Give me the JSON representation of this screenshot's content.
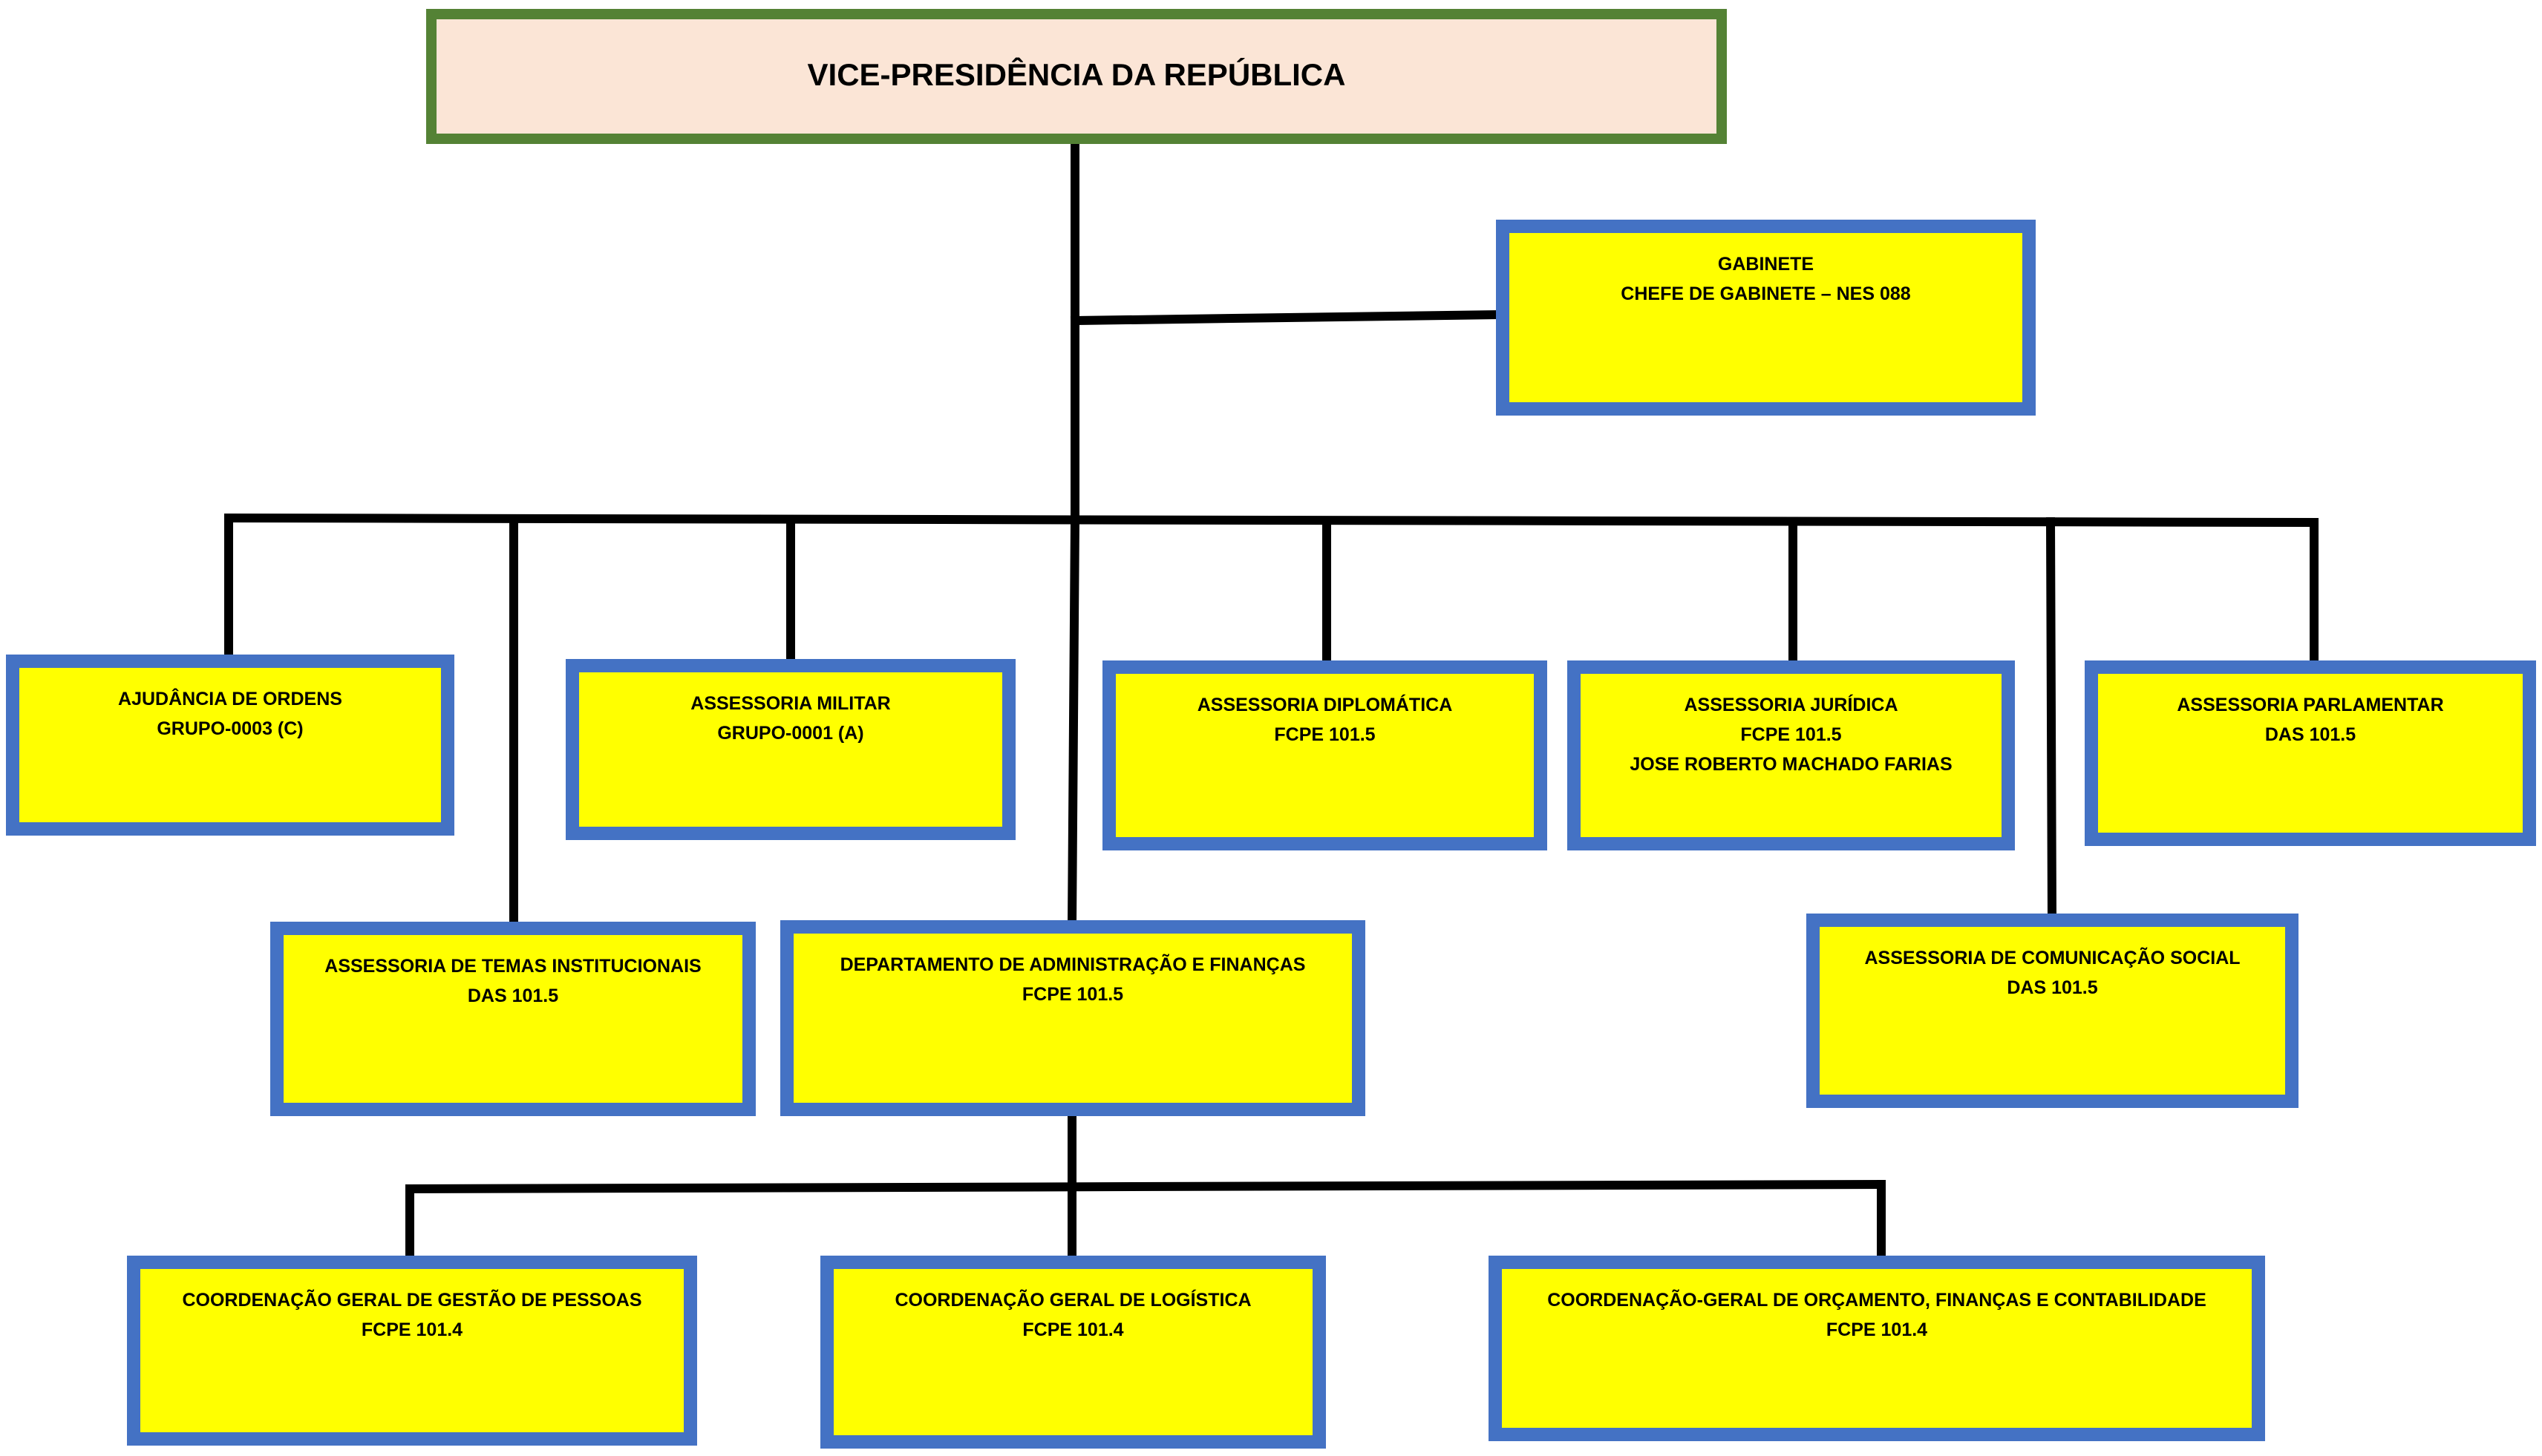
{
  "colors": {
    "root_fill": "#fbe5d6",
    "root_border": "#548235",
    "unit_fill": "#ffff00",
    "unit_border": "#4472c4",
    "connector": "#000000"
  },
  "root": {
    "title": "VICE-PRESIDÊNCIA DA REPÚBLICA"
  },
  "gabinete": {
    "line1": "GABINETE",
    "line2": "CHEFE DE GABINETE – NES 088"
  },
  "ajudancia": {
    "line1": "AJUDÂNCIA DE ORDENS",
    "line2": "GRUPO-0003 (C)"
  },
  "militar": {
    "line1": "ASSESSORIA  MILITAR",
    "line2": "GRUPO-0001 (A)"
  },
  "diplomatica": {
    "line1": "ASSESSORIA DIPLOMÁTICA",
    "line2": "FCPE 101.5"
  },
  "juridica": {
    "line1": "ASSESSORIA JURÍDICA",
    "line2": "FCPE 101.5",
    "line3": "JOSE ROBERTO MACHADO FARIAS"
  },
  "parlamentar": {
    "line1": "ASSESSORIA PARLAMENTAR",
    "line2": "DAS 101.5"
  },
  "temas": {
    "line1": "ASSESSORIA DE TEMAS INSTITUCIONAIS",
    "line2": "DAS 101.5"
  },
  "departamento": {
    "line1": "DEPARTAMENTO DE ADMINISTRAÇÃO E FINANÇAS",
    "line2": "FCPE 101.5"
  },
  "comunicacao": {
    "line1": "ASSESSORIA DE COMUNICAÇÃO SOCIAL",
    "line2": "DAS 101.5"
  },
  "pessoas": {
    "line1": "COORDENAÇÃO GERAL DE GESTÃO DE PESSOAS",
    "line2": "FCPE 101.4"
  },
  "logistica": {
    "line1": "COORDENAÇÃO GERAL DE LOGÍSTICA",
    "line2": "FCPE 101.4"
  },
  "orcamento": {
    "line1": "COORDENAÇÃO-GERAL DE ORÇAMENTO, FINANÇAS E CONTABILIDADE",
    "line2": "FCPE 101.4"
  }
}
